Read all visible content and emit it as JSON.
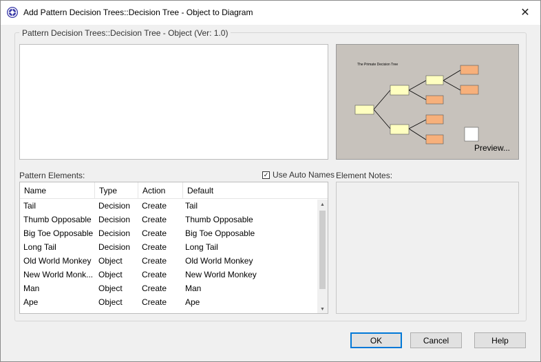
{
  "window": {
    "title": "Add Pattern Decision Trees::Decision Tree - Object to Diagram",
    "close_glyph": "✕"
  },
  "pattern_group": {
    "title": "Pattern Decision Trees::Decision Tree - Object (Ver: 1.0)"
  },
  "preview": {
    "diagram_title": "The Primate Decision Tree",
    "link_label": "Preview...",
    "background_color": "#c7c2bc"
  },
  "pattern_elements": {
    "label": "Pattern Elements:",
    "use_auto_names_label": "Use Auto Names",
    "use_auto_names_checked": true,
    "columns": [
      "Name",
      "Type",
      "Action",
      "Default"
    ],
    "rows": [
      {
        "name": "Tail",
        "type": "Decision",
        "action": "Create",
        "default": "Tail"
      },
      {
        "name": "Thumb Opposable",
        "type": "Decision",
        "action": "Create",
        "default": "Thumb Opposable"
      },
      {
        "name": "Big Toe Opposable",
        "type": "Decision",
        "action": "Create",
        "default": "Big Toe Opposable"
      },
      {
        "name": "Long Tail",
        "type": "Decision",
        "action": "Create",
        "default": "Long Tail"
      },
      {
        "name": "Old World Monkey",
        "type": "Object",
        "action": "Create",
        "default": "Old World Monkey"
      },
      {
        "name": "New World Monk...",
        "type": "Object",
        "action": "Create",
        "default": "New World Monkey"
      },
      {
        "name": "Man",
        "type": "Object",
        "action": "Create",
        "default": "Man"
      },
      {
        "name": "Ape",
        "type": "Object",
        "action": "Create",
        "default": "Ape"
      }
    ]
  },
  "element_notes": {
    "label": "Element Notes:"
  },
  "buttons": {
    "ok": "OK",
    "cancel": "Cancel",
    "help": "Help"
  },
  "icons": {
    "app": "sparx-ea-logo-icon",
    "close": "close-icon",
    "scroll_up": "scroll-up-arrow-icon",
    "scroll_down": "scroll-down-arrow-icon",
    "check": "checkmark-icon"
  }
}
